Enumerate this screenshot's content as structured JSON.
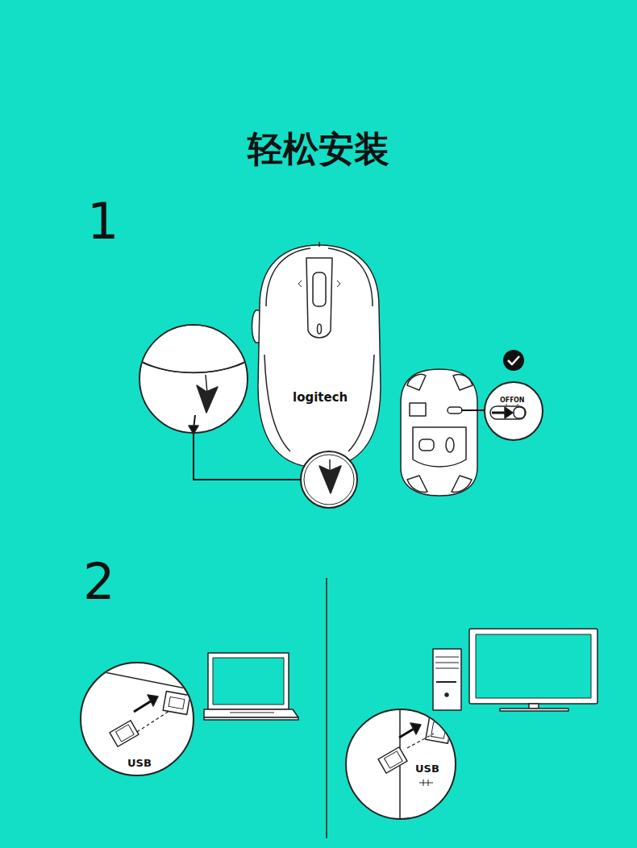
{
  "diagram": {
    "title": "轻松安装",
    "labels": [
      "1",
      "logitech",
      "OFF",
      "ON",
      "2",
      "USB",
      "USB"
    ]
  }
}
